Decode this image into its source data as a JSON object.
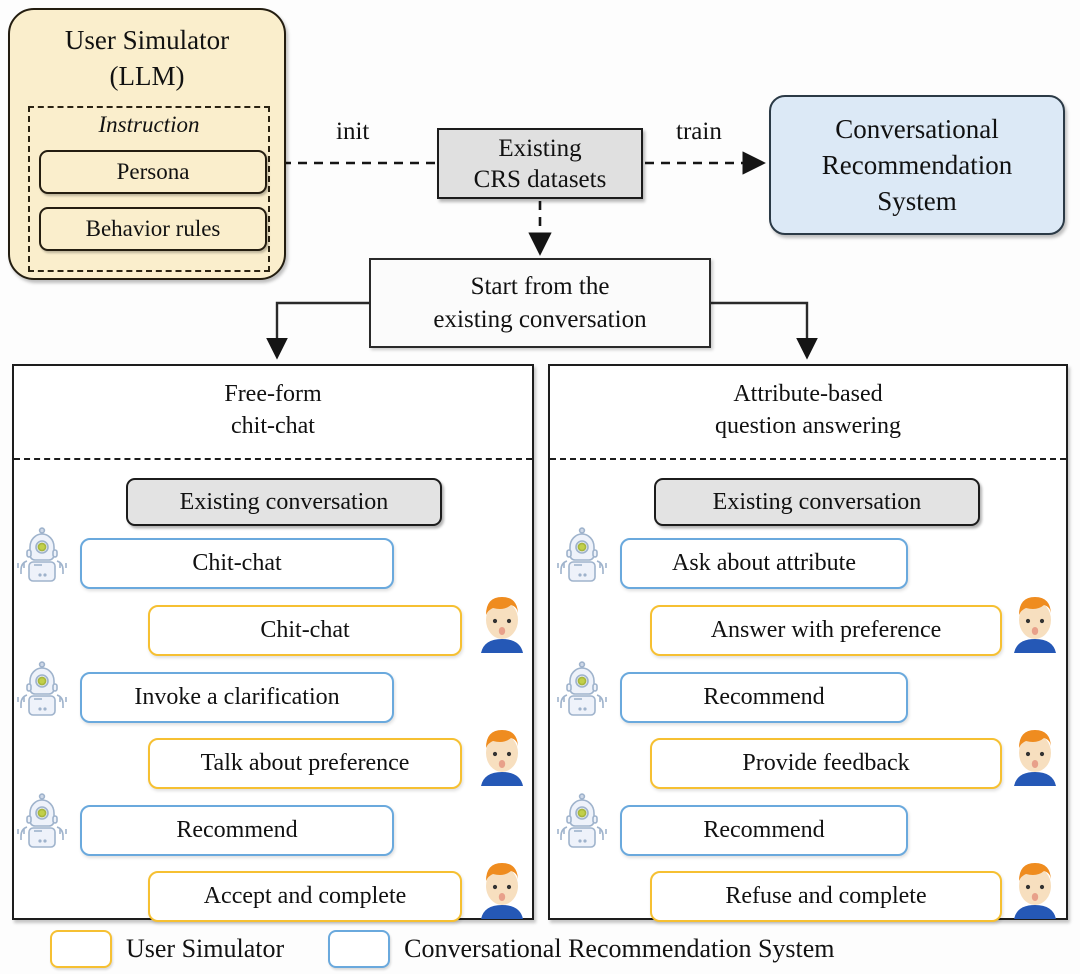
{
  "figure": {
    "title": "LLM-based user simulator for conversational recommendation",
    "colors": {
      "user_simulator_fill": "#faeecc",
      "user_simulator_border": "#231d10",
      "crs_system_fill": "#dce9f6",
      "crs_system_border": "#2b3a46",
      "dataset_fill": "#e0e0e0",
      "dataset_border": "#1c1c1c",
      "user_accent": "#f6c032",
      "system_accent": "#6aa9dd",
      "existing_conversation_fill": "#e3e3e3",
      "page_background": "#fdfdfd"
    }
  },
  "top": {
    "simulator": {
      "title_line1": "User Simulator",
      "title_line2": "(LLM)",
      "instruction_label": "Instruction",
      "persona_label": "Persona",
      "behavior_label": "Behavior rules"
    },
    "dataset": {
      "line1": "Existing",
      "line2": "CRS datasets"
    },
    "crs_system": {
      "line1": "Conversational",
      "line2": "Recommendation",
      "line3": "System"
    },
    "edges": {
      "init_label": "init",
      "train_label": "train"
    },
    "start_box": {
      "line1": "Start from the",
      "line2": "existing conversation"
    }
  },
  "panels": [
    {
      "id": "free-form-chit-chat",
      "head_line1": "Free-form",
      "head_line2": "chit-chat",
      "existing_conversation": "Existing conversation",
      "turns": [
        {
          "speaker": "system",
          "text": "Chit-chat"
        },
        {
          "speaker": "user",
          "text": "Chit-chat"
        },
        {
          "speaker": "system",
          "text": "Invoke a clarification"
        },
        {
          "speaker": "user",
          "text": "Talk about preference"
        },
        {
          "speaker": "system",
          "text": "Recommend"
        },
        {
          "speaker": "user",
          "text": "Accept and complete"
        }
      ]
    },
    {
      "id": "attribute-based-question-answering",
      "head_line1": "Attribute-based",
      "head_line2": "question answering",
      "existing_conversation": "Existing conversation",
      "turns": [
        {
          "speaker": "system",
          "text": "Ask about attribute"
        },
        {
          "speaker": "user",
          "text": "Answer with preference"
        },
        {
          "speaker": "system",
          "text": "Recommend"
        },
        {
          "speaker": "user",
          "text": "Provide feedback"
        },
        {
          "speaker": "system",
          "text": "Recommend"
        },
        {
          "speaker": "user",
          "text": "Refuse and complete"
        }
      ]
    }
  ],
  "legend": {
    "user_label": "User Simulator",
    "system_label": "Conversational Recommendation System"
  },
  "icons": {
    "robot": "robot-icon",
    "person": "person-icon"
  }
}
